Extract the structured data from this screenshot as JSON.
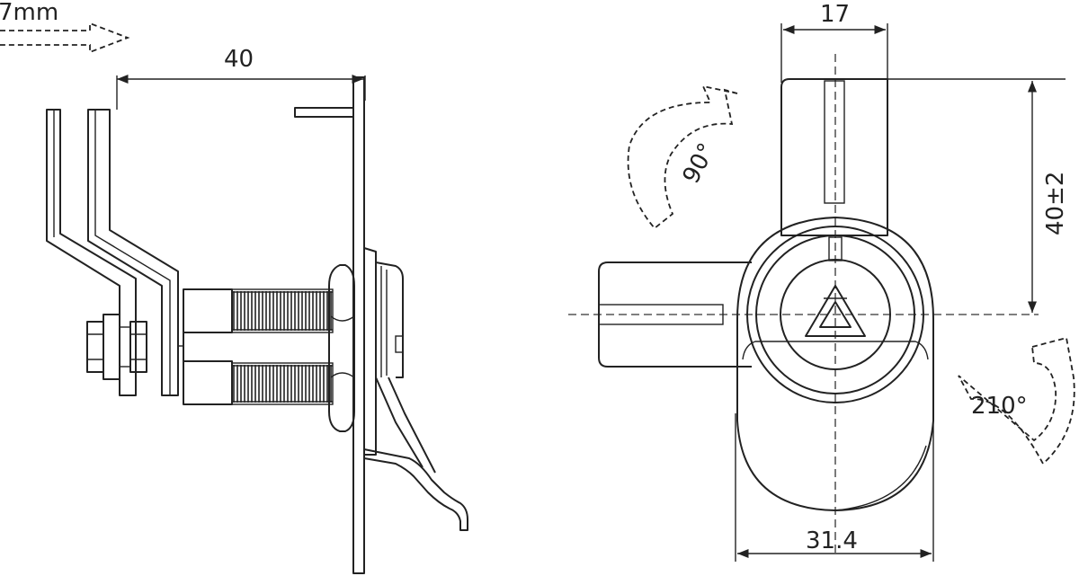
{
  "labels": {
    "travel": "7mm",
    "side_width": "40",
    "cam_width": "17",
    "cam_length": "40±2",
    "body_width": "31.4",
    "rotation_1": "90°",
    "rotation_2": "210°"
  },
  "colors": {
    "line": "#222222",
    "background": "#ffffff"
  }
}
